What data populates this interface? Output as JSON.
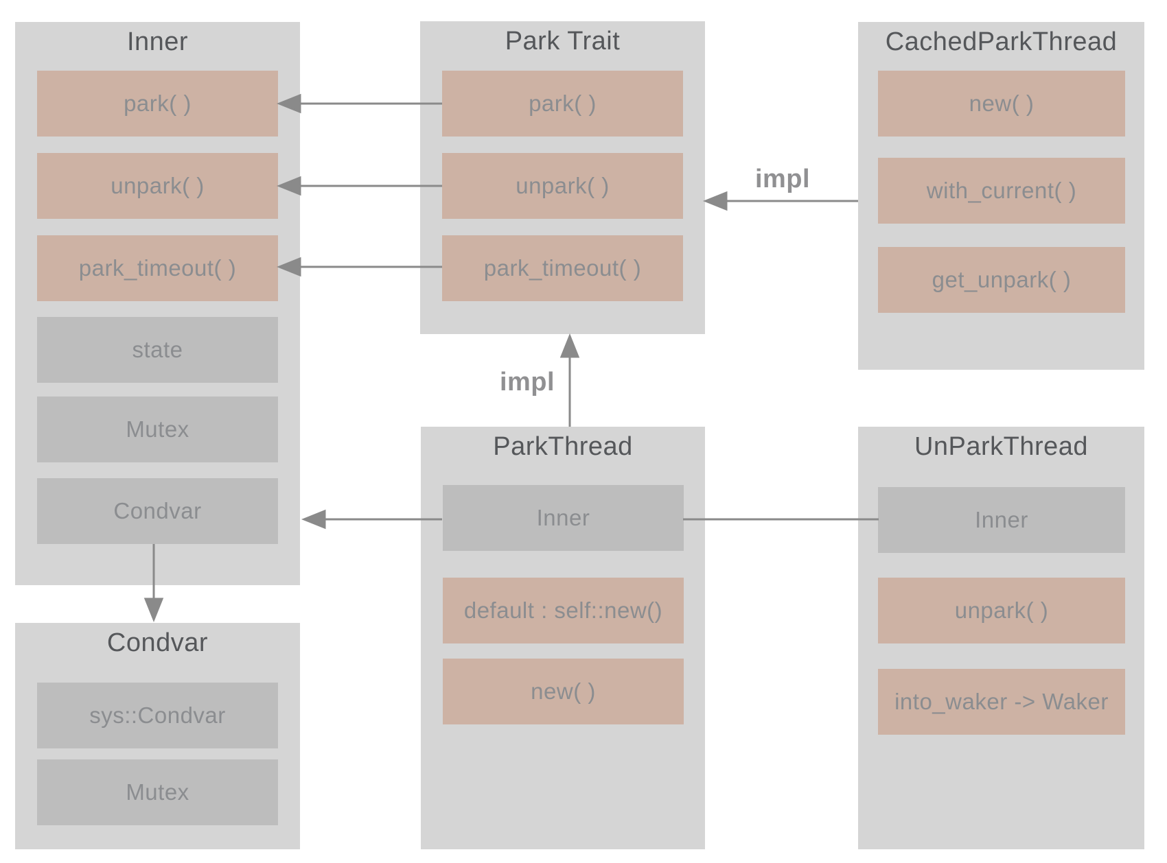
{
  "colors": {
    "page_bg": "#ffffff",
    "box_bg": "#d5d5d5",
    "method_bg": "#cdb2a4",
    "field_bg": "#bdbdbd",
    "title_text": "#55575a",
    "item_text": "#8b8d90",
    "connector": "#8a8a8a"
  },
  "boxes": {
    "inner": {
      "title": "Inner",
      "items": [
        {
          "label": "park( )",
          "kind": "method"
        },
        {
          "label": "unpark( )",
          "kind": "method"
        },
        {
          "label": "park_timeout( )",
          "kind": "method"
        },
        {
          "label": "state",
          "kind": "field"
        },
        {
          "label": "Mutex",
          "kind": "field"
        },
        {
          "label": "Condvar",
          "kind": "field"
        }
      ]
    },
    "park_trait": {
      "title": "Park Trait",
      "items": [
        {
          "label": "park( )",
          "kind": "method"
        },
        {
          "label": "unpark( )",
          "kind": "method"
        },
        {
          "label": "park_timeout( )",
          "kind": "method"
        }
      ]
    },
    "cached_park_thread": {
      "title": "CachedParkThread",
      "items": [
        {
          "label": "new( )",
          "kind": "method"
        },
        {
          "label": "with_current( )",
          "kind": "method"
        },
        {
          "label": "get_unpark( )",
          "kind": "method"
        }
      ]
    },
    "park_thread": {
      "title": "ParkThread",
      "items": [
        {
          "label": "Inner",
          "kind": "field"
        },
        {
          "label": "default : self::new()",
          "kind": "method"
        },
        {
          "label": "new( )",
          "kind": "method"
        }
      ]
    },
    "unpark_thread": {
      "title": "UnParkThread",
      "items": [
        {
          "label": "Inner",
          "kind": "field"
        },
        {
          "label": "unpark( )",
          "kind": "method"
        },
        {
          "label": "into_waker -> Waker",
          "kind": "method"
        }
      ]
    },
    "condvar": {
      "title": "Condvar",
      "items": [
        {
          "label": "sys::Condvar",
          "kind": "field"
        },
        {
          "label": "Mutex",
          "kind": "field"
        }
      ]
    }
  },
  "labels": {
    "impl_cached": "impl",
    "impl_park_thread": "impl"
  },
  "relations": [
    {
      "from": "Park Trait.park( )",
      "to": "Inner.park( )",
      "label": ""
    },
    {
      "from": "Park Trait.unpark( )",
      "to": "Inner.unpark( )",
      "label": ""
    },
    {
      "from": "Park Trait.park_timeout( )",
      "to": "Inner.park_timeout( )",
      "label": ""
    },
    {
      "from": "CachedParkThread",
      "to": "Park Trait",
      "label": "impl"
    },
    {
      "from": "ParkThread",
      "to": "Park Trait",
      "label": "impl"
    },
    {
      "from": "ParkThread.Inner",
      "to": "Inner",
      "label": ""
    },
    {
      "from": "UnParkThread.Inner",
      "to": "ParkThread.Inner",
      "label": ""
    },
    {
      "from": "Inner.Condvar",
      "to": "Condvar",
      "label": ""
    }
  ]
}
